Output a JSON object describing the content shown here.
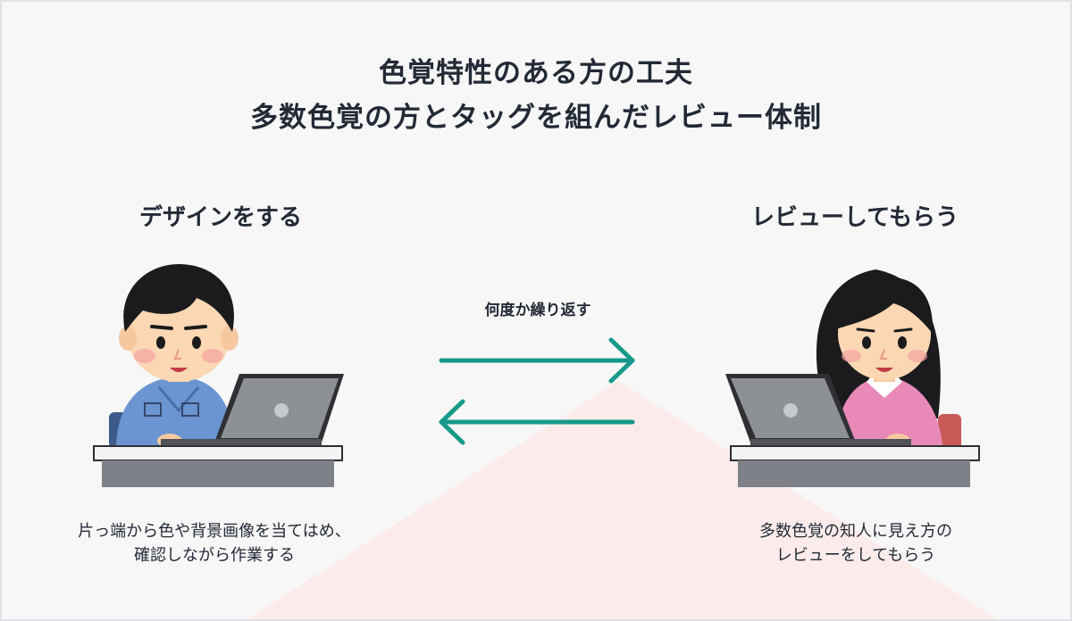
{
  "title": {
    "line1": "色覚特性のある方の工夫",
    "line2": "多数色覚の方とタッグを組んだレビュー体制"
  },
  "left": {
    "heading": "デザインをする",
    "caption_line1": "片っ端から色や背景画像を当てはめ、",
    "caption_line2": "確認しながら作業する"
  },
  "right": {
    "heading": "レビューしてもらう",
    "caption_line1": "多数色覚の知人に見え方の",
    "caption_line2": "レビューをしてもらう"
  },
  "middle": {
    "label": "何度か繰り返す"
  },
  "colors": {
    "arrow": "#16998a",
    "background": "#f7f7f7",
    "accent_triangle": "#fbeceb",
    "text": "#232a36"
  },
  "icons": {
    "left_person": "man-at-laptop-illustration",
    "right_person": "woman-at-laptop-illustration",
    "forward_arrow": "arrow-right-icon",
    "back_arrow": "arrow-left-icon"
  }
}
